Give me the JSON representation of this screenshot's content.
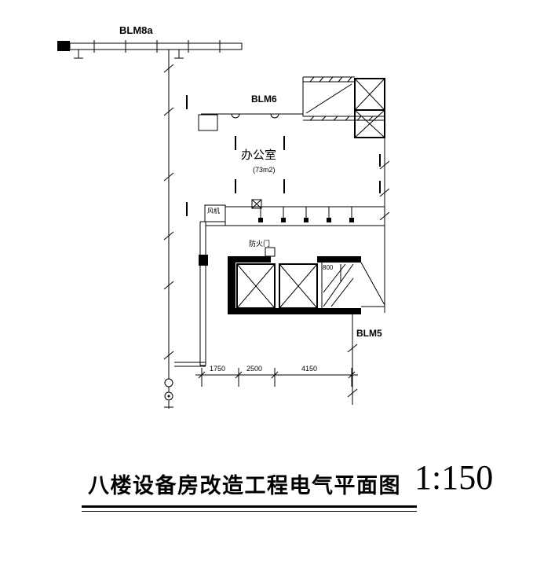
{
  "drawing": {
    "annotations": {
      "blm8a": "BLM8a",
      "blm6": "BLM6",
      "blm5": "BLM5",
      "office_name": "办公室",
      "office_area": "(73m2)",
      "fan_label": "风机",
      "fire_door": "防火门"
    },
    "dimensions": {
      "d800": "800",
      "d1750": "1750",
      "d2500": "2500",
      "d4150": "4150"
    },
    "titleblock": {
      "title": "八楼设备房改造工程电气平面图",
      "scale": "1:150"
    },
    "colors": {
      "line": "#000000",
      "background": "#ffffff"
    }
  }
}
